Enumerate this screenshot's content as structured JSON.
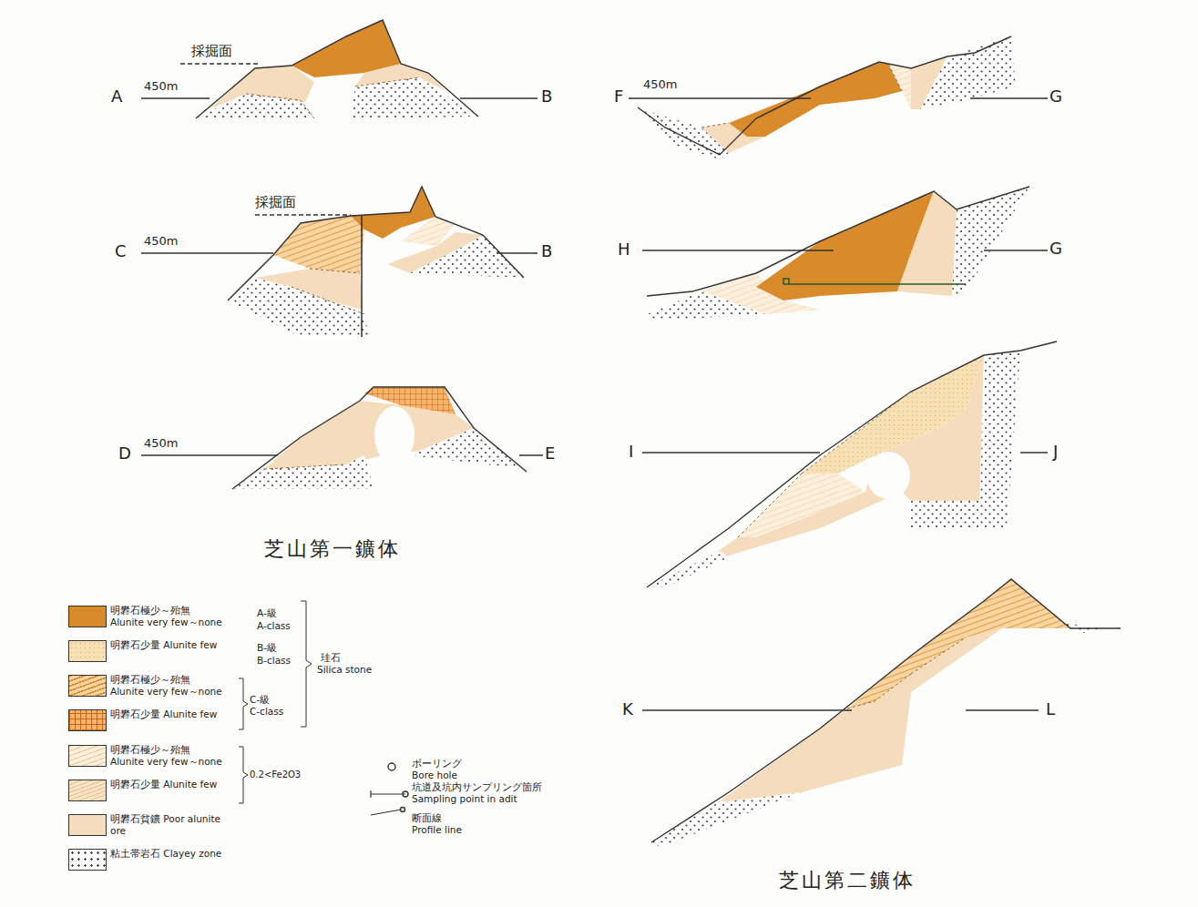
{
  "diagram": {
    "labels": [
      "採掘面",
      "A",
      "450m",
      "B",
      "採掘面",
      "C",
      "450m",
      "B",
      "D",
      "450m",
      "E",
      "芝山第一鑛体",
      "F",
      "450m",
      "G",
      "H",
      "G",
      "I",
      "J",
      "K",
      "L",
      "芝山第二鑛体",
      "A-級",
      "A-class",
      "B-級",
      "B-class",
      "珪石",
      "Silica stone",
      "C-級",
      "C-class",
      "0.2<Fe2O3",
      "ボーリング",
      "Bore hole",
      "坑道及坑内サンプリング箇所",
      "Sampling point in adit",
      "断面線",
      "Profile line"
    ],
    "legend": [
      {
        "text": "明礬石極少～殆無 Alunite very few～none",
        "color": "#d98a2b"
      },
      {
        "text": "明礬石少量 Alunite few",
        "color": "#f7e0b4"
      },
      {
        "text": "明礬石極少～殆無 Alunite very few～none",
        "color": "#f7d4a0"
      },
      {
        "text": "明礬石少量 Alunite few",
        "color": "#f3b56a"
      },
      {
        "text": "明礬石極少～殆無 Alunite very few～none",
        "color": "#fcefdc"
      },
      {
        "text": "明礬石少量 Alunite few",
        "color": "#f9e4c8"
      },
      {
        "text": "明礬石貧鑛 Poor alunite ore",
        "color": "#f5dcbc"
      },
      {
        "text": "粘土帯岩石 Clayey zone",
        "color": "#ffffff"
      }
    ]
  }
}
